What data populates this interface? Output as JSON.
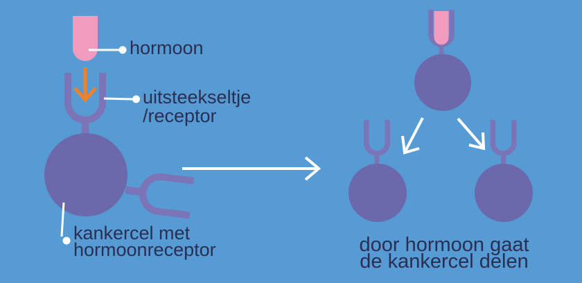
{
  "diagram": {
    "description": "hormone-receptor-cancer-cell-division-diagram",
    "labels": {
      "hormone": "hormoon",
      "receptor": {
        "line1": "uitsteekseltje",
        "line2": "/receptor"
      },
      "cancer_cell": {
        "line1": "kankercel met",
        "line2": "hormoonreceptor"
      },
      "division": {
        "line1": "door hormoon gaat",
        "line2": "de kankercel delen"
      }
    },
    "shapes": {
      "left_figure": [
        "hormone-capsule",
        "binding-arrow-down",
        "u-receptor",
        "cancer-cell",
        "side-receptor"
      ],
      "transition": "arrow-right",
      "right_figure": [
        "hormone-bound-in-receptor",
        "parent-cell",
        "division-arrow-left",
        "division-arrow-right",
        "daughter-cell-left",
        "daughter-cell-right"
      ]
    },
    "colors": {
      "background": "#579BD5",
      "hormone_pink": "#F19CBF",
      "receptor_purple": "#7B74B7",
      "cell_purple": "#6C68AC",
      "arrow_orange": "#F0812A",
      "text_navy": "#2A2E52",
      "line_white": "#FFFFFF"
    }
  }
}
